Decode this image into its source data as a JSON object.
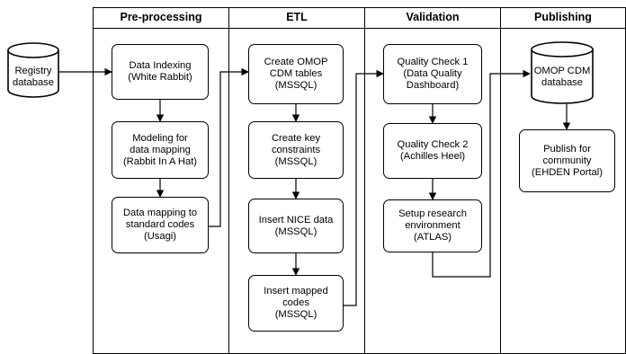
{
  "lanes": [
    {
      "title": "Pre-processing"
    },
    {
      "title": "ETL"
    },
    {
      "title": "Validation"
    },
    {
      "title": "Publishing"
    }
  ],
  "sources": {
    "registry": "Registry\ndatabase",
    "omop_db": "OMOP CDM\ndatabase"
  },
  "preprocessing": {
    "indexing": "Data Indexing\n(White Rabbit)",
    "modeling": "Modeling for\ndata mapping\n(Rabbit In A Hat)",
    "mapping": "Data mapping to\nstandard codes\n(Usagi)"
  },
  "etl": {
    "create_tables": "Create OMOP\nCDM tables\n(MSSQL)",
    "create_keys": "Create key\nconstraints\n(MSSQL)",
    "insert_nice": "Insert NICE data\n(MSSQL)",
    "insert_mapped": "Insert mapped\ncodes\n(MSSQL)"
  },
  "validation": {
    "check1": "Quality Check 1\n(Data Quality\nDashboard)",
    "check2": "Quality Check 2\n(Achilles Heel)",
    "setup": "Setup research\nenvironment\n(ATLAS)"
  },
  "publishing": {
    "publish": "Publish for\ncommunity\n(EHDEN Portal)"
  }
}
